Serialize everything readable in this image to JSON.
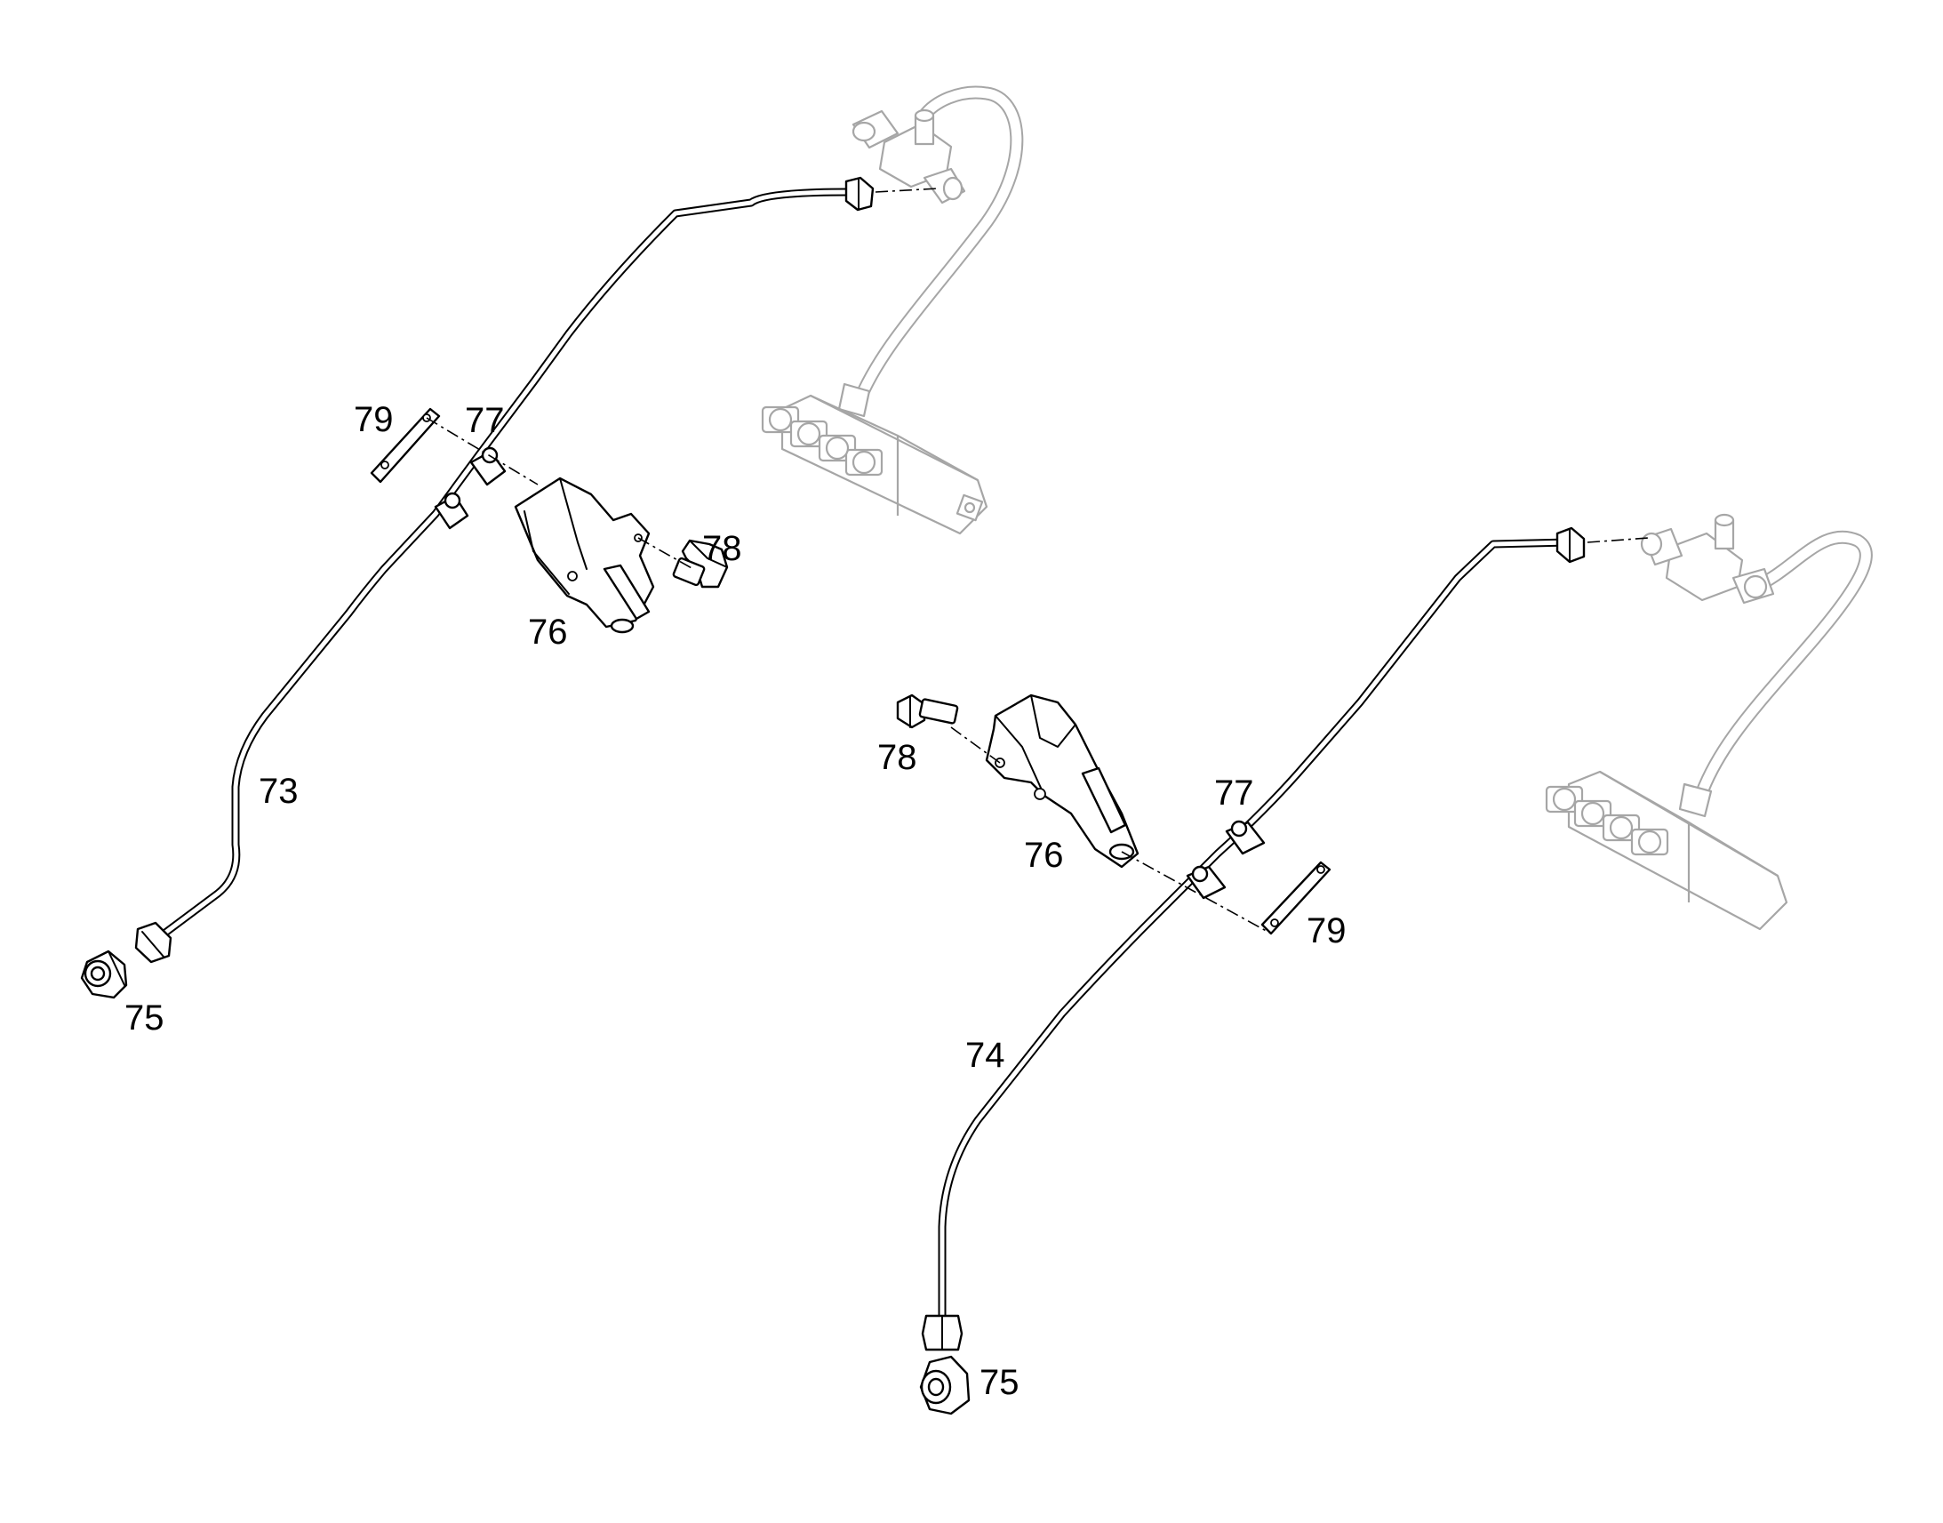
{
  "callouts": {
    "left_assembly": {
      "pipe": "73",
      "fitting": "75",
      "bracket": "76",
      "clamp": "77",
      "bolt": "78",
      "plate": "79"
    },
    "right_assembly": {
      "pipe": "74",
      "fitting": "75",
      "bracket": "76",
      "clamp": "77",
      "bolt": "78",
      "plate": "79"
    }
  }
}
